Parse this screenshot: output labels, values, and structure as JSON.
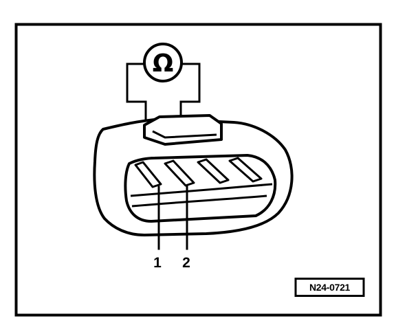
{
  "meter": {
    "symbol": "Ω",
    "icon": "ohmmeter-icon"
  },
  "pins": [
    {
      "label": "1"
    },
    {
      "label": "2"
    }
  ],
  "figure_code": "N24-0721",
  "colors": {
    "ink": "#000000",
    "paper": "#ffffff"
  }
}
